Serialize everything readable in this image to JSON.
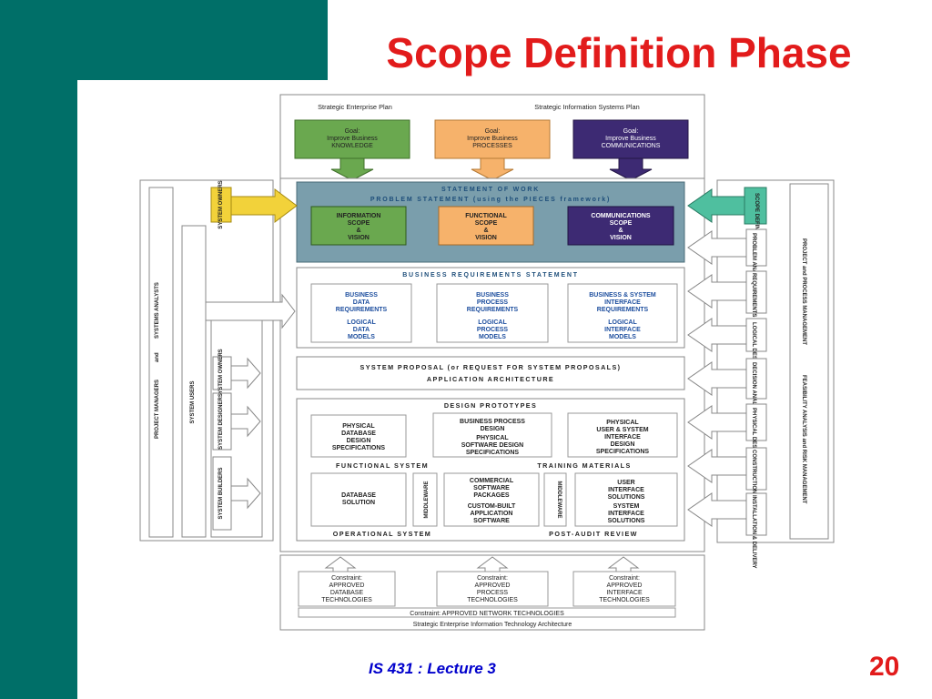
{
  "slide": {
    "title": "Scope Definition Phase",
    "footer": "IS 431 : Lecture 3",
    "page_number": "20"
  },
  "diagram": {
    "plans": {
      "enterprise": "Strategic Enterprise Plan",
      "info_systems": "Strategic Information Systems Plan"
    },
    "goals": [
      {
        "l1": "Goal:",
        "l2": "Improve Business",
        "l3": "KNOWLEDGE",
        "color": "#6aa84f"
      },
      {
        "l1": "Goal:",
        "l2": "Improve Business",
        "l3": "PROCESSES",
        "color": "#f6b26b"
      },
      {
        "l1": "Goal:",
        "l2": "Improve Business",
        "l3": "COMMUNICATIONS",
        "color": "#3d2a73"
      }
    ],
    "statement_of_work": "STATEMENT OF WORK",
    "problem_statement": "PROBLEM STATEMENT (using the PIECES framework)",
    "scopes": [
      {
        "l1": "INFORMATION",
        "l2": "SCOPE",
        "l3": "&",
        "l4": "VISION"
      },
      {
        "l1": "FUNCTIONAL",
        "l2": "SCOPE",
        "l3": "&",
        "l4": "VISION"
      },
      {
        "l1": "COMMUNICATIONS",
        "l2": "SCOPE",
        "l3": "&",
        "l4": "VISION"
      }
    ],
    "brs_title": "BUSINESS REQUIREMENTS STATEMENT",
    "requirements": [
      {
        "r1": "BUSINESS",
        "r2": "DATA",
        "r3": "REQUIREMENTS",
        "m1": "LOGICAL",
        "m2": "DATA",
        "m3": "MODELS"
      },
      {
        "r1": "BUSINESS",
        "r2": "PROCESS",
        "r3": "REQUIREMENTS",
        "m1": "LOGICAL",
        "m2": "PROCESS",
        "m3": "MODELS"
      },
      {
        "r1": "BUSINESS & SYSTEM",
        "r2": "INTERFACE",
        "r3": "REQUIREMENTS",
        "m1": "LOGICAL",
        "m2": "INTERFACE",
        "m3": "MODELS"
      }
    ],
    "proposal_l1": "SYSTEM PROPOSAL (or REQUEST FOR SYSTEM PROPOSALS)",
    "proposal_l2": "APPLICATION ARCHITECTURE",
    "design_prototypes": "DESIGN PROTOTYPES",
    "designs": [
      {
        "l1": "PHYSICAL",
        "l2": "DATABASE",
        "l3": "DESIGN",
        "l4": "SPECIFICATIONS"
      },
      {
        "l1": "BUSINESS PROCESS",
        "l2": "DESIGN",
        "l3": "PHYSICAL",
        "l4": "SOFTWARE DESIGN",
        "l5": "SPECIFICATIONS"
      },
      {
        "l1": "PHYSICAL",
        "l2": "USER & SYSTEM",
        "l3": "INTERFACE",
        "l4": "DESIGN",
        "l5": "SPECIFICATIONS"
      }
    ],
    "functional_system": "FUNCTIONAL SYSTEM",
    "training_materials": "TRAINING MATERIALS",
    "database_solution": {
      "l1": "DATABASE",
      "l2": "SOLUTION"
    },
    "middleware": "MIDDLEWARE",
    "software": {
      "l1": "COMMERCIAL",
      "l2": "SOFTWARE",
      "l3": "PACKAGES",
      "l4": "CUSTOM-BUILT",
      "l5": "APPLICATION",
      "l6": "SOFTWARE"
    },
    "interfaces": {
      "l1": "USER",
      "l2": "INTERFACE",
      "l3": "SOLUTIONS",
      "l4": "SYSTEM",
      "l5": "INTERFACE",
      "l6": "SOLUTIONS"
    },
    "operational_system": "OPERATIONAL SYSTEM",
    "post_audit": "POST-AUDIT REVIEW",
    "constraints": [
      {
        "l1": "Constraint:",
        "l2": "APPROVED",
        "l3": "DATABASE",
        "l4": "TECHNOLOGIES"
      },
      {
        "l1": "Constraint:",
        "l2": "APPROVED",
        "l3": "PROCESS",
        "l4": "TECHNOLOGIES"
      },
      {
        "l1": "Constraint:",
        "l2": "APPROVED",
        "l3": "INTERFACE",
        "l4": "TECHNOLOGIES"
      }
    ],
    "network_constraint": "Constraint: APPROVED NETWORK TECHNOLOGIES",
    "it_architecture": "Strategic Enterprise Information Technology Architecture",
    "left": {
      "pm_l1": "PROJECT MANAGERS",
      "pm_and": "and",
      "pm_l2": "SYSTEMS ANALYSTS",
      "system_users": "SYSTEM USERS",
      "system_owners_top": "SYSTEM OWNERS",
      "system_owners": "SYSTEM OWNERS",
      "system_designers": "SYSTEM DESIGNERS",
      "system_builders": "SYSTEM BUILDERS"
    },
    "right": {
      "scope_definition": "SCOPE DEFINITION",
      "phases": [
        "PROBLEM ANALYSIS",
        "REQUIREMENTS ANALYSIS",
        "LOGICAL DESIGN",
        "DECISION ANALYSIS",
        "PHYSICAL DESIGN",
        "CONSTRUCTION & TESTING",
        "INSTALLATION & DELIVERY"
      ],
      "pm_label": "PROJECT and PROCESS MANAGEMENT",
      "risk_label": "FEASIBILITY ANALYSIS and RISK MANAGEMENT"
    },
    "colors": {
      "work_band": "#7a9eac",
      "green": "#6aa84f",
      "orange": "#f6b26b",
      "purple": "#3d2a73",
      "teal_accent": "#4fbf9f",
      "yellow": "#f2d23a"
    }
  }
}
